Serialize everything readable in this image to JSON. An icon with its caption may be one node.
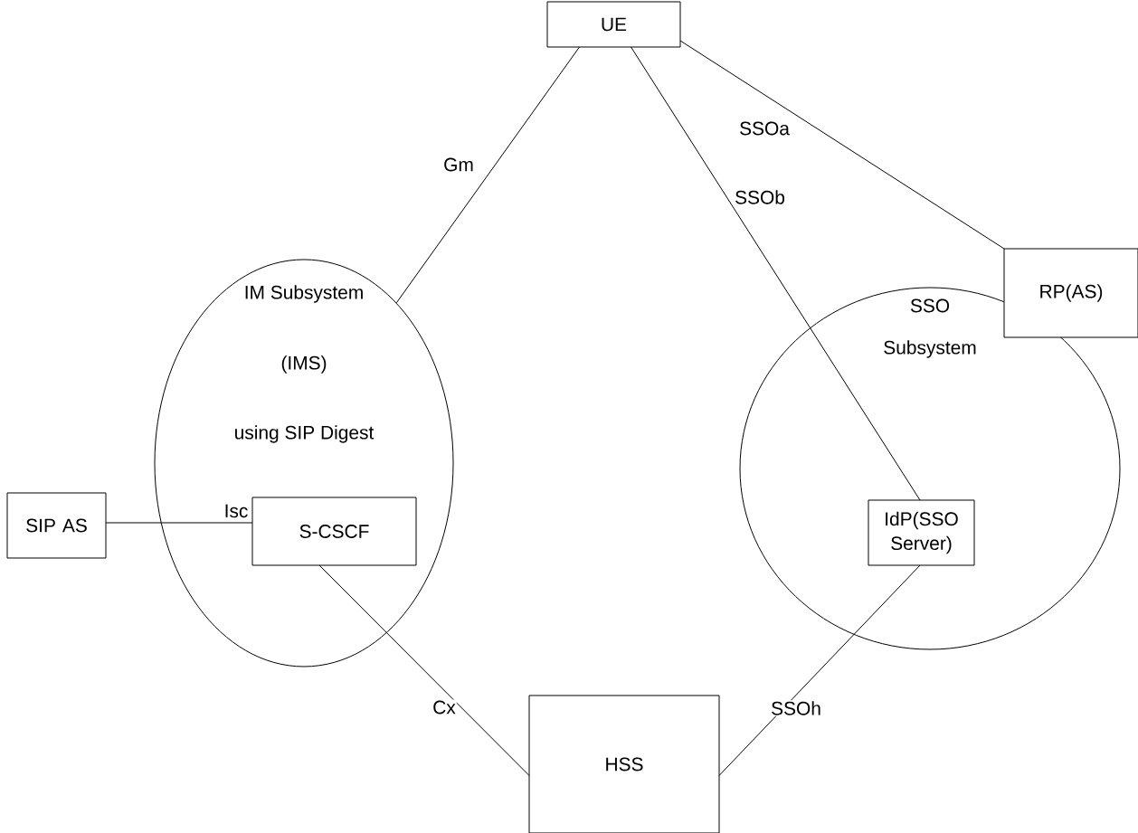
{
  "diagram": {
    "nodes": [
      {
        "text": [
          "UE"
        ]
      },
      {
        "text": [
          "IM Subsystem",
          "(IMS)",
          "using SIP Digest"
        ]
      },
      {
        "text": [
          "S-CSCF"
        ],
        "in": 1
      },
      {
        "text": [
          "SIP AS"
        ]
      },
      {
        "text": [
          "SSO",
          "Subsystem"
        ]
      },
      {
        "text": [
          "IdP(SSO Server)"
        ],
        "in": 4
      },
      {
        "text": [
          "RP(AS)"
        ]
      },
      {
        "text": [
          "HSS"
        ]
      }
    ],
    "edges": [
      {
        "from": 0,
        "to": 1,
        "arrow": "none",
        "label": "Gm"
      },
      {
        "from": 0,
        "to": 5,
        "arrow": "none",
        "label": "SSOb"
      },
      {
        "from": 0,
        "to": 6,
        "arrow": "none",
        "label": "SSOa"
      },
      {
        "from": 3,
        "to": 2,
        "arrow": "none",
        "label": "Isc"
      },
      {
        "from": 2,
        "to": 7,
        "arrow": "none",
        "label": "Cx"
      },
      {
        "from": 5,
        "to": 7,
        "arrow": "none",
        "label": "SSOh"
      }
    ]
  }
}
